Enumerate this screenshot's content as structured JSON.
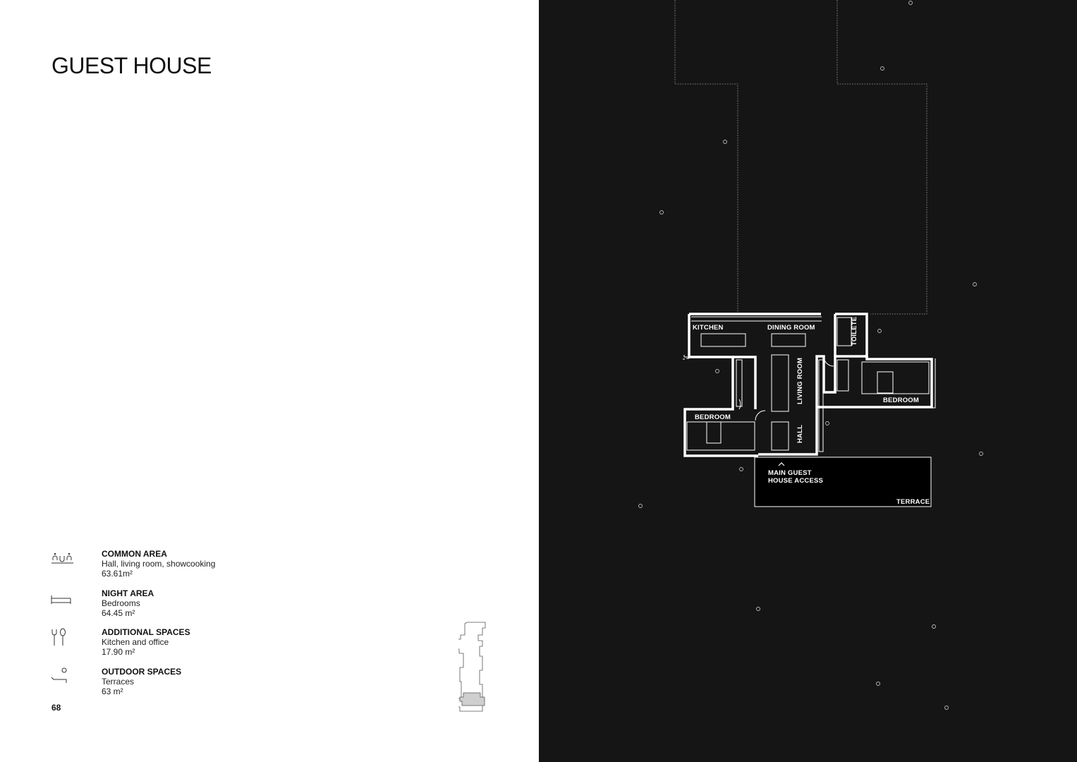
{
  "title": "GUEST HOUSE",
  "page_number": "68",
  "areas": [
    {
      "heading": "COMMON AREA",
      "desc": "Hall, living room, showcooking",
      "size": "63.61m²",
      "icon": "common-area-icon"
    },
    {
      "heading": "NIGHT AREA",
      "desc": "Bedrooms",
      "size": "64.45 m²",
      "icon": "bed-icon"
    },
    {
      "heading": "ADDITIONAL SPACES",
      "desc": "Kitchen and office",
      "size": "17.90 m²",
      "icon": "cutlery-icon"
    },
    {
      "heading": "OUTDOOR SPACES",
      "desc": "Terraces",
      "size": "63 m²",
      "icon": "lounger-icon"
    }
  ],
  "plan": {
    "kitchen": "KITCHEN",
    "dining_room": "DINING ROOM",
    "toilete": "TOILETE",
    "living_room": "LIVING ROOM",
    "hall": "HALL",
    "bedroom_left": "BEDROOM",
    "bedroom_right": "BEDROOM",
    "access_line1": "MAIN GUEST",
    "access_line2": "HOUSE ACCESS",
    "terrace": "TERRACE"
  },
  "colors": {
    "page_bg": "#ffffff",
    "plan_bg": "#151515",
    "lines": "#ffffff"
  }
}
